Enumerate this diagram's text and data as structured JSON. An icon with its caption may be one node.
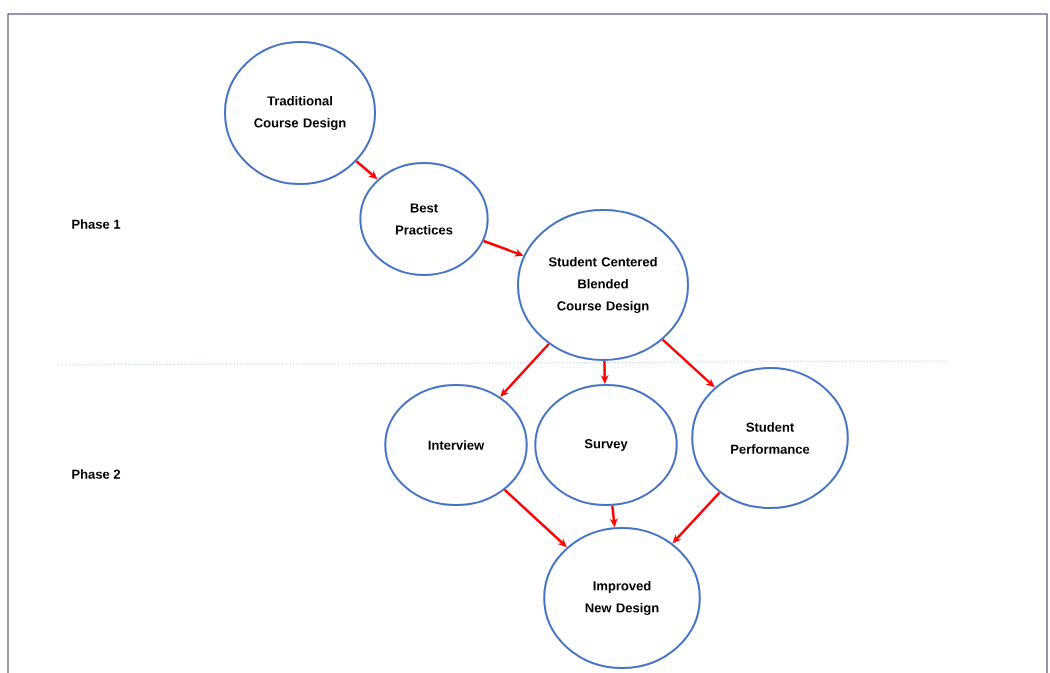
{
  "diagram": {
    "nodes": [
      {
        "text": [
          "Traditional Course Design"
        ]
      },
      {
        "text": [
          "Best Practices"
        ]
      },
      {
        "text": [
          "Student Centered Blended Course Design"
        ]
      },
      {
        "text": [
          "Interview"
        ]
      },
      {
        "text": [
          "Survey"
        ]
      },
      {
        "text": [
          "Student Performance"
        ]
      },
      {
        "text": [
          "Improved New Design"
        ]
      }
    ],
    "edges": [
      {
        "from": 0,
        "to": 1,
        "arrow": "to"
      },
      {
        "from": 1,
        "to": 2,
        "arrow": "to"
      },
      {
        "from": 2,
        "to": 3,
        "arrow": "to"
      },
      {
        "from": 2,
        "to": 4,
        "arrow": "to"
      },
      {
        "from": 2,
        "to": 5,
        "arrow": "to"
      },
      {
        "from": 3,
        "to": 6,
        "arrow": "to"
      },
      {
        "from": 4,
        "to": 6,
        "arrow": "to"
      },
      {
        "from": 5,
        "to": 6,
        "arrow": "to"
      }
    ],
    "labels": [
      "Phase 1",
      "Phase 2"
    ]
  }
}
